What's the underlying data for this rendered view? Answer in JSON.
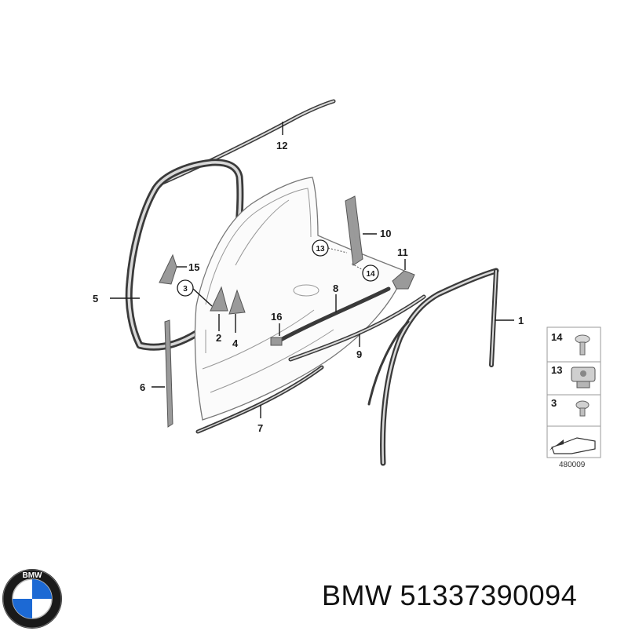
{
  "callouts": {
    "c1": "1",
    "c2": "2",
    "c4": "4",
    "c5": "5",
    "c6": "6",
    "c7": "7",
    "c8": "8",
    "c9": "9",
    "c10": "10",
    "c11": "11",
    "c12": "12",
    "c15": "15",
    "c16": "16",
    "circle3": "3",
    "circle13": "13",
    "circle14": "14"
  },
  "legend": {
    "items": [
      "14",
      "13",
      "3"
    ],
    "ref_number": "480009"
  },
  "brand": {
    "name": "BMW",
    "part_number": "51337390094",
    "logo_text": "BMW"
  },
  "colors": {
    "logo_blue": "#1c69d4",
    "logo_ring": "#1a1a1a"
  }
}
